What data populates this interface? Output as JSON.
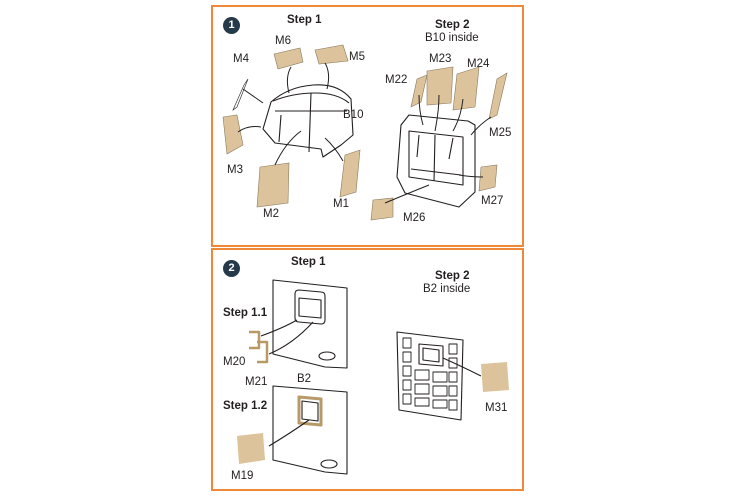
{
  "panel1": {
    "badge": "1",
    "step1_title": "Step 1",
    "step2_title": "Step 2",
    "step2_sub": "B10 inside",
    "labels": {
      "m6": "M6",
      "m5": "M5",
      "m4": "M4",
      "b10": "B10",
      "m3": "M3",
      "m2": "M2",
      "m1": "M1",
      "m22": "M22",
      "m23": "M23",
      "m24": "M24",
      "m25": "M25",
      "m26": "M26",
      "m27": "M27"
    }
  },
  "panel2": {
    "badge": "2",
    "step1_title": "Step 1",
    "step11": "Step 1.1",
    "step12": "Step 1.2",
    "step2_title": "Step 2",
    "step2_sub": "B2 inside",
    "labels": {
      "m20": "M20",
      "m21": "M21",
      "b2": "B2",
      "m19": "M19",
      "m31": "M31"
    }
  },
  "colors": {
    "border": "#f0883a",
    "etch": "#dcc39b",
    "badge": "#243a4a",
    "line": "#231f20"
  }
}
